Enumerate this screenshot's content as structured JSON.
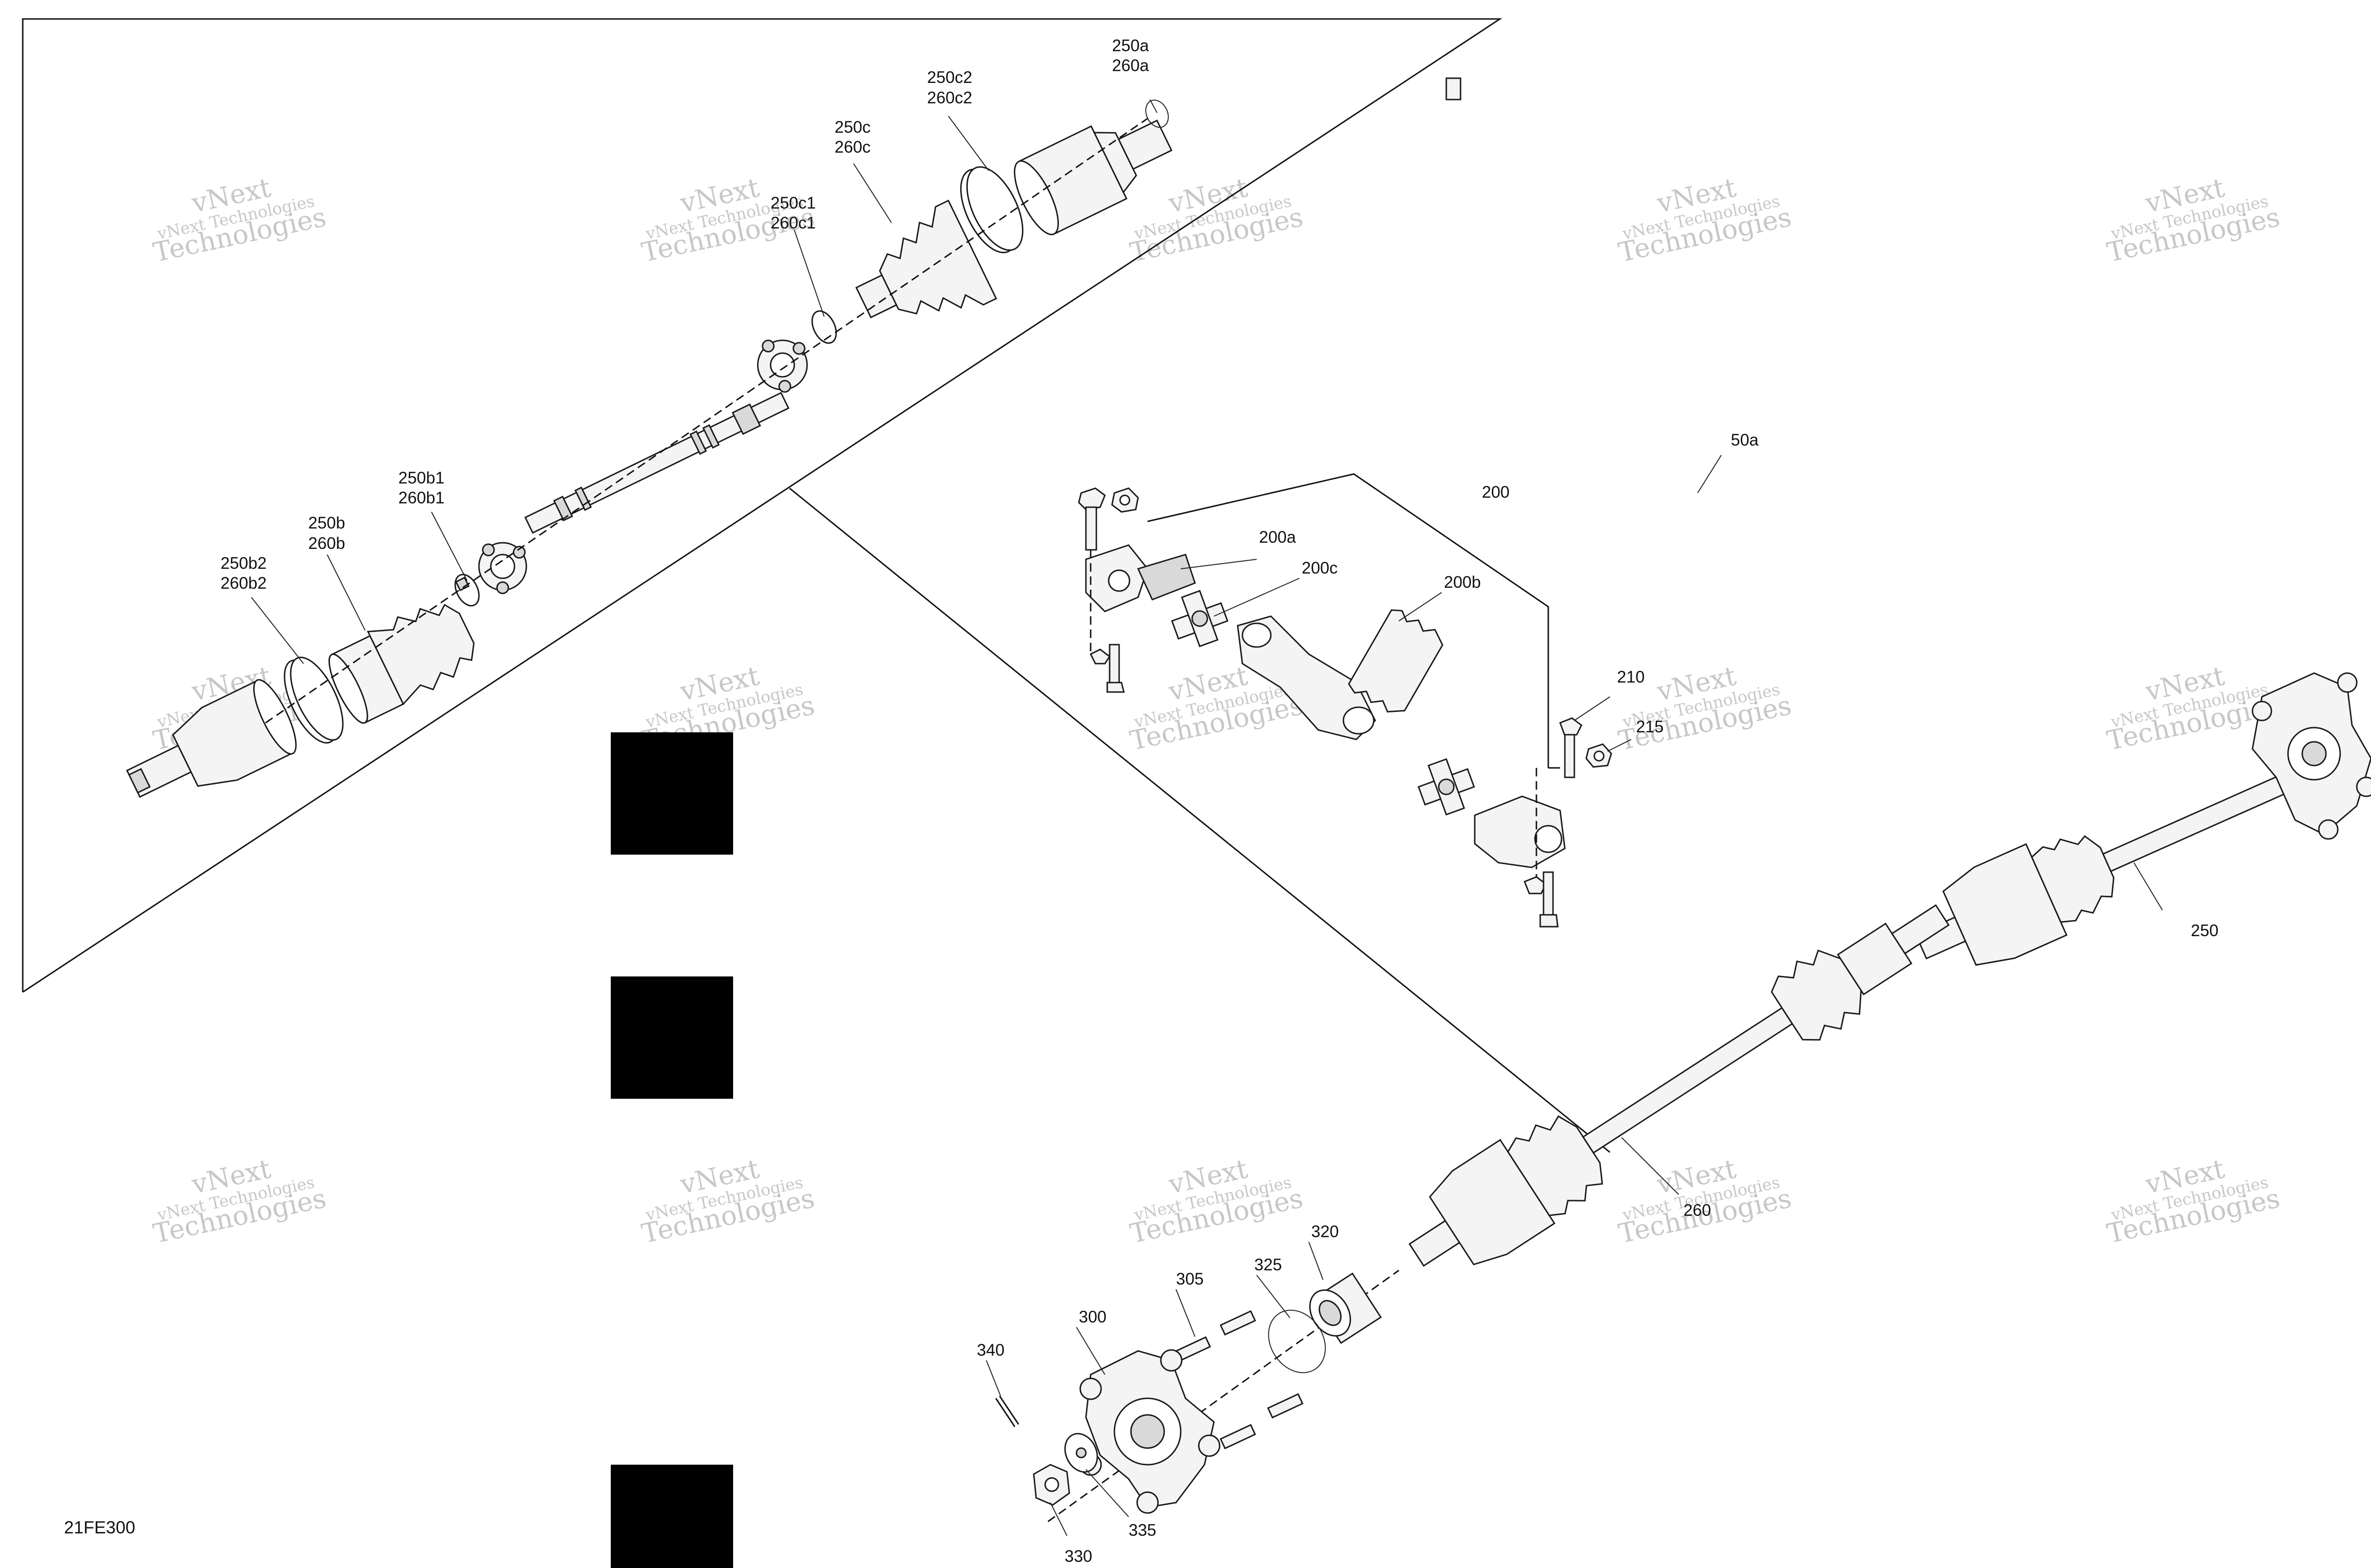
{
  "callouts": {
    "c_250a": "250a",
    "c_260a": "260a",
    "c_250c2": "250c2",
    "c_260c2": "260c2",
    "c_250c": "250c",
    "c_260c": "260c",
    "c_250c1": "250c1",
    "c_260c1": "260c1",
    "c_250b1": "250b1",
    "c_260b1": "260b1",
    "c_250b": "250b",
    "c_260b": "260b",
    "c_250b2": "250b2",
    "c_260b2": "260b2",
    "c_200": "200",
    "c_200a": "200a",
    "c_200b": "200b",
    "c_200c": "200c",
    "c_210": "210",
    "c_215": "215",
    "c_50a": "50a",
    "c_250": "250",
    "c_260": "260",
    "c_300": "300",
    "c_305": "305",
    "c_320": "320",
    "c_325": "325",
    "c_330": "330",
    "c_335": "335",
    "c_340": "340"
  },
  "reference_code": "21FE300",
  "watermark": {
    "line1": "vNext",
    "line2": "vNext Technologies",
    "line3": "Technologies"
  }
}
